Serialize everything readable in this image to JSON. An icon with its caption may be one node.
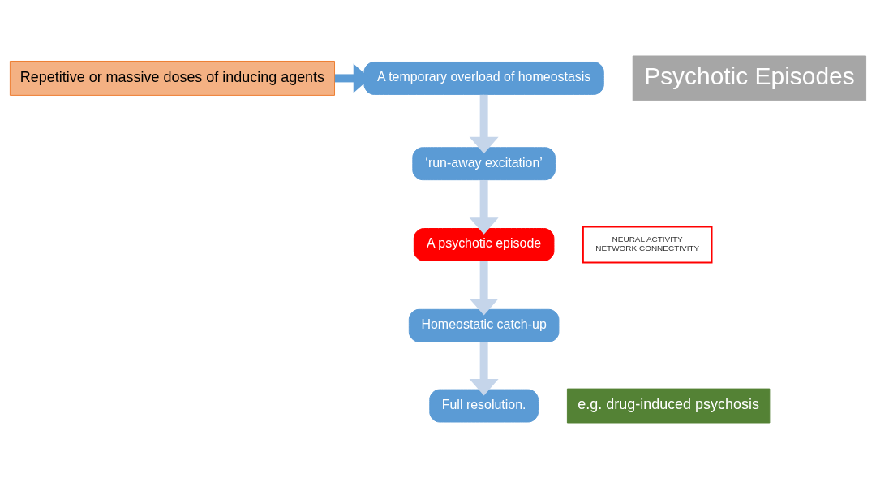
{
  "diagram": {
    "nodes": [
      {
        "text": [
          "Repetitive or massive doses of inducing agents"
        ]
      },
      {
        "text": [
          "A temporary overload of homeostasis"
        ]
      },
      {
        "text": [
          "‘run-away excitation’"
        ]
      },
      {
        "text": [
          "A psychotic episode"
        ]
      },
      {
        "text": [
          "Homeostatic catch-up"
        ]
      },
      {
        "text": [
          "Full resolution."
        ]
      },
      {
        "text": [
          "Psychotic Episodes"
        ]
      },
      {
        "text": [
          "NEURAL ACTIVITY",
          "NETWORK CONNECTIVITY"
        ]
      },
      {
        "text": [
          "e.g. drug-induced psychosis"
        ]
      }
    ],
    "edges": [
      {
        "from": 0,
        "to": 1,
        "arrow": "to",
        "color": "#5b9bd5"
      },
      {
        "from": 1,
        "to": 2,
        "arrow": "to"
      },
      {
        "from": 2,
        "to": 3,
        "arrow": "to"
      },
      {
        "from": 3,
        "to": 4,
        "arrow": "to"
      },
      {
        "from": 4,
        "to": 5,
        "arrow": "to"
      }
    ]
  }
}
